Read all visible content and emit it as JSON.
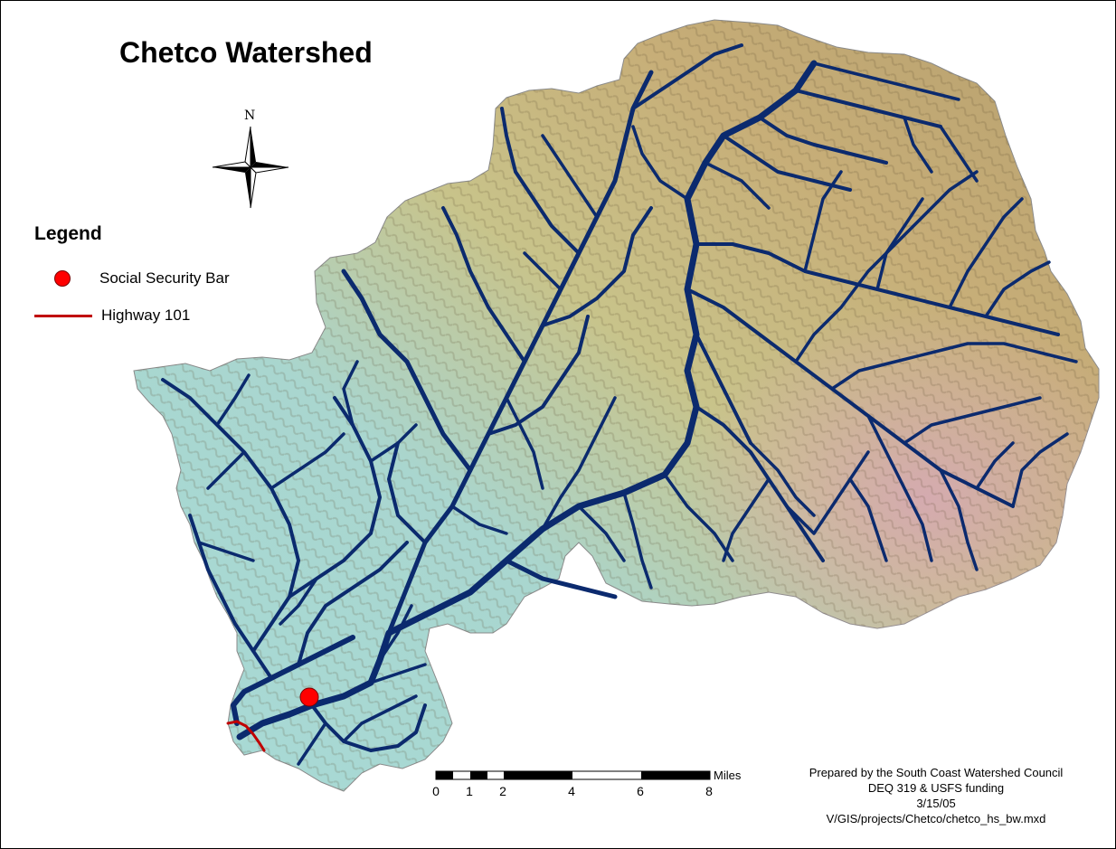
{
  "map": {
    "title": "Chetco Watershed",
    "north_label": "N",
    "legend": {
      "title": "Legend",
      "items": [
        {
          "label": "Social Security Bar",
          "symbol": "red-dot",
          "color": "#ff0000"
        },
        {
          "label": "Highway 101",
          "symbol": "red-line",
          "color": "#c00000"
        }
      ]
    },
    "scale_bar": {
      "unit": "Miles",
      "ticks": [
        "0",
        "1",
        "2",
        "4",
        "6",
        "8"
      ]
    },
    "credits": [
      "Prepared by the South Coast Watershed Council",
      "DEQ 319 & USFS funding",
      "3/15/05",
      "V/GIS/projects/Chetco/chetco_hs_bw.mxd"
    ],
    "colors": {
      "stream": "#0b2a6e",
      "lowland": "#9fd3d0",
      "upland": "#c9b27a",
      "ridge": "#c99aa6",
      "highway": "#c00000",
      "marker": "#ff0000"
    }
  }
}
